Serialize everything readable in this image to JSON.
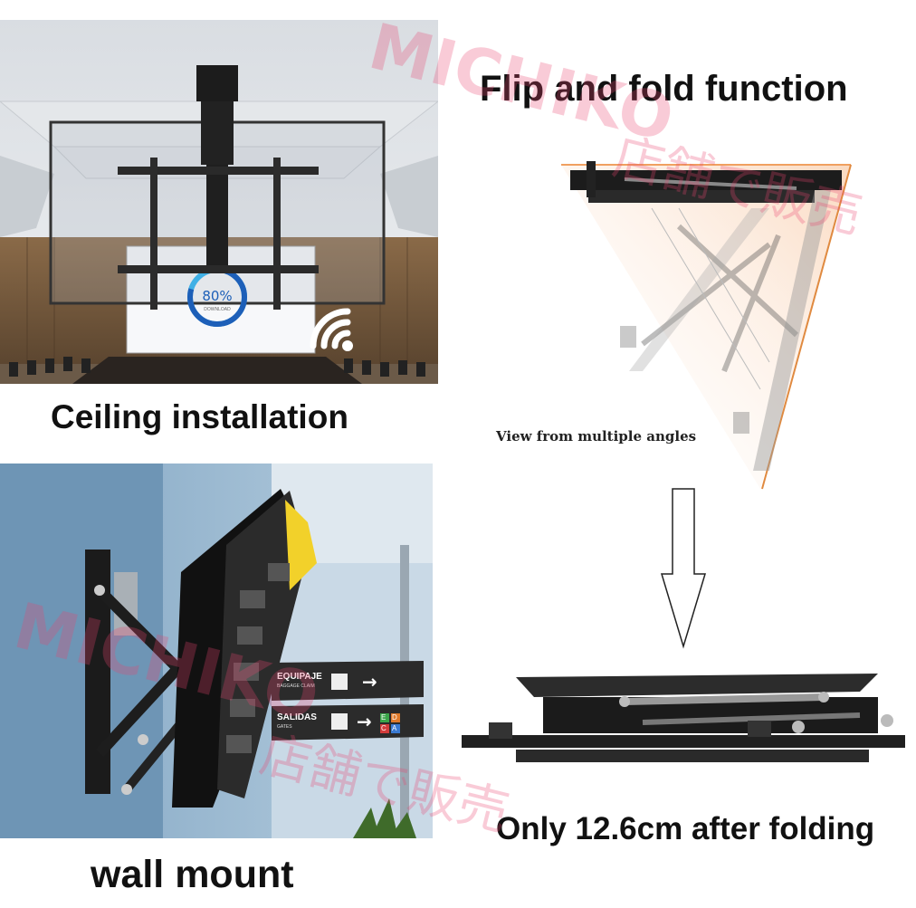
{
  "captions": {
    "ceiling": "Ceiling installation",
    "flip": "Flip and fold function",
    "angles": "View from multiple angles",
    "folded": "Only 12.6cm after folding",
    "wall": "wall mount"
  },
  "screen": {
    "percent": "80%",
    "download": "DOWNLOAD"
  },
  "signs": {
    "equipaje": "EQUIPAJE",
    "baggage": "BAGGAGE CLAIM",
    "salidas": "SALIDAS",
    "gates": "GATES",
    "gate_letters": [
      "E",
      "D",
      "C",
      "A"
    ]
  },
  "watermark": {
    "latin": "MICHIKO",
    "cjk": "店舗で販売"
  },
  "colors": {
    "accent_orange": "#f0a060",
    "mount_black": "#1c1c1c",
    "watermark_pink": "#eb466e"
  }
}
